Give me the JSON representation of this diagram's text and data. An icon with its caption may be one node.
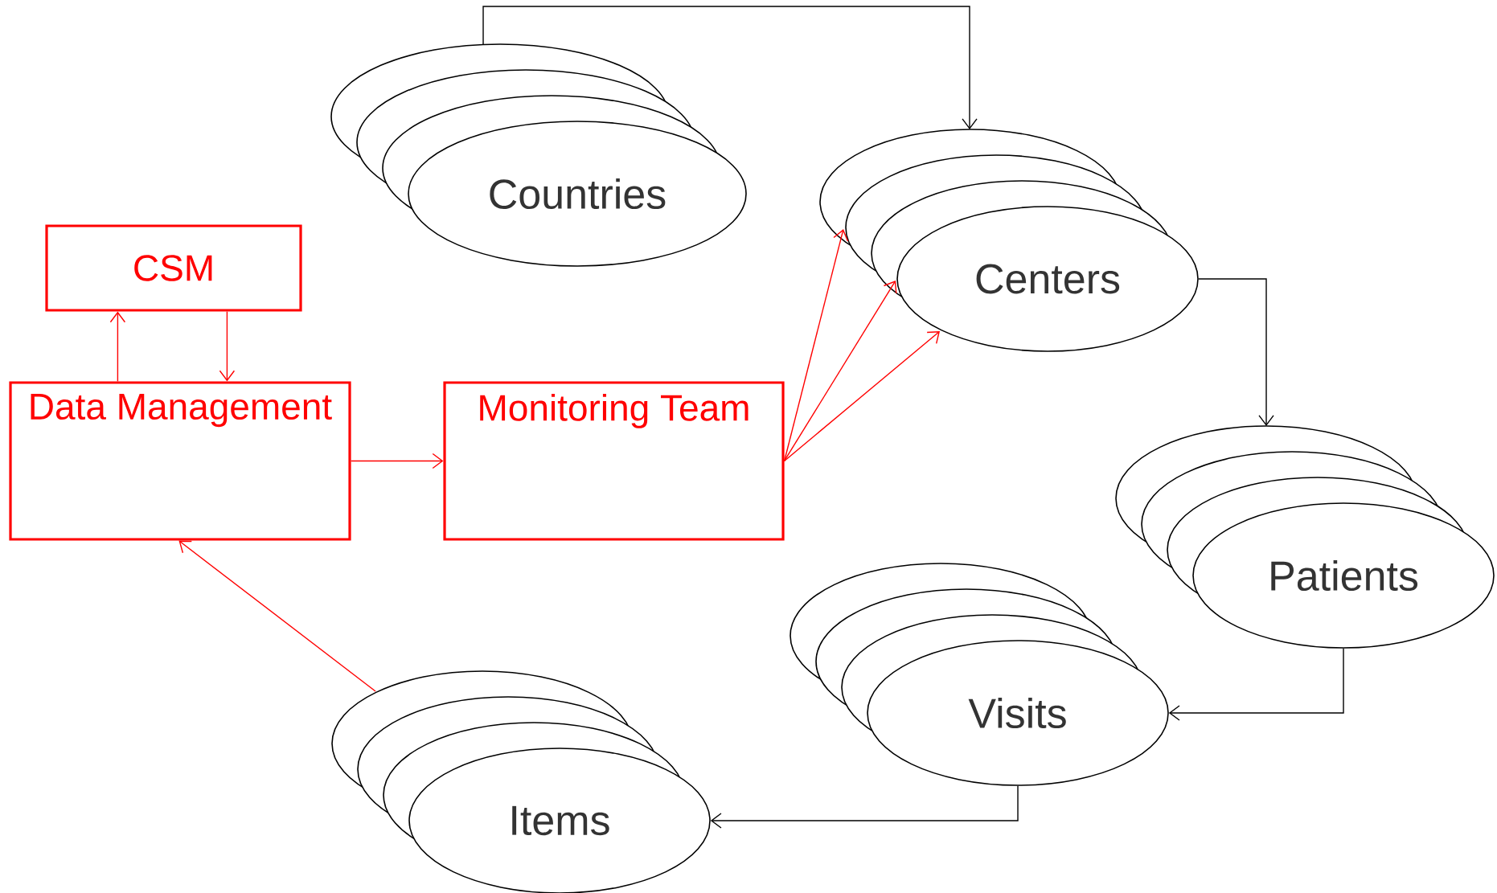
{
  "diagram": {
    "nodes": [
      {
        "text": [
          "Countries"
        ]
      },
      {
        "text": [
          "Centers"
        ]
      },
      {
        "text": [
          "Patients"
        ]
      },
      {
        "text": [
          "Visits"
        ]
      },
      {
        "text": [
          "Items"
        ]
      },
      {
        "text": [
          "CSM"
        ]
      },
      {
        "text": [
          "Data Management"
        ]
      },
      {
        "text": [
          "Monitoring Team"
        ]
      }
    ],
    "edges": [
      {
        "from": 0,
        "to": 1,
        "arrow": "to",
        "color": "#000000"
      },
      {
        "from": 1,
        "to": 2,
        "arrow": "to",
        "color": "#000000"
      },
      {
        "from": 2,
        "to": 3,
        "arrow": "to",
        "color": "#000000"
      },
      {
        "from": 3,
        "to": 4,
        "arrow": "to",
        "color": "#000000"
      },
      {
        "from": 4,
        "to": 6,
        "arrow": "to"
      },
      {
        "from": 6,
        "to": 5,
        "arrow": "to"
      },
      {
        "from": 5,
        "to": 6,
        "arrow": "to"
      },
      {
        "from": 6,
        "to": 7,
        "arrow": "to"
      },
      {
        "from": 7,
        "to": 1,
        "arrow": "to"
      },
      {
        "from": 7,
        "to": 1,
        "arrow": "to"
      },
      {
        "from": 7,
        "to": 1,
        "arrow": "to"
      }
    ]
  }
}
